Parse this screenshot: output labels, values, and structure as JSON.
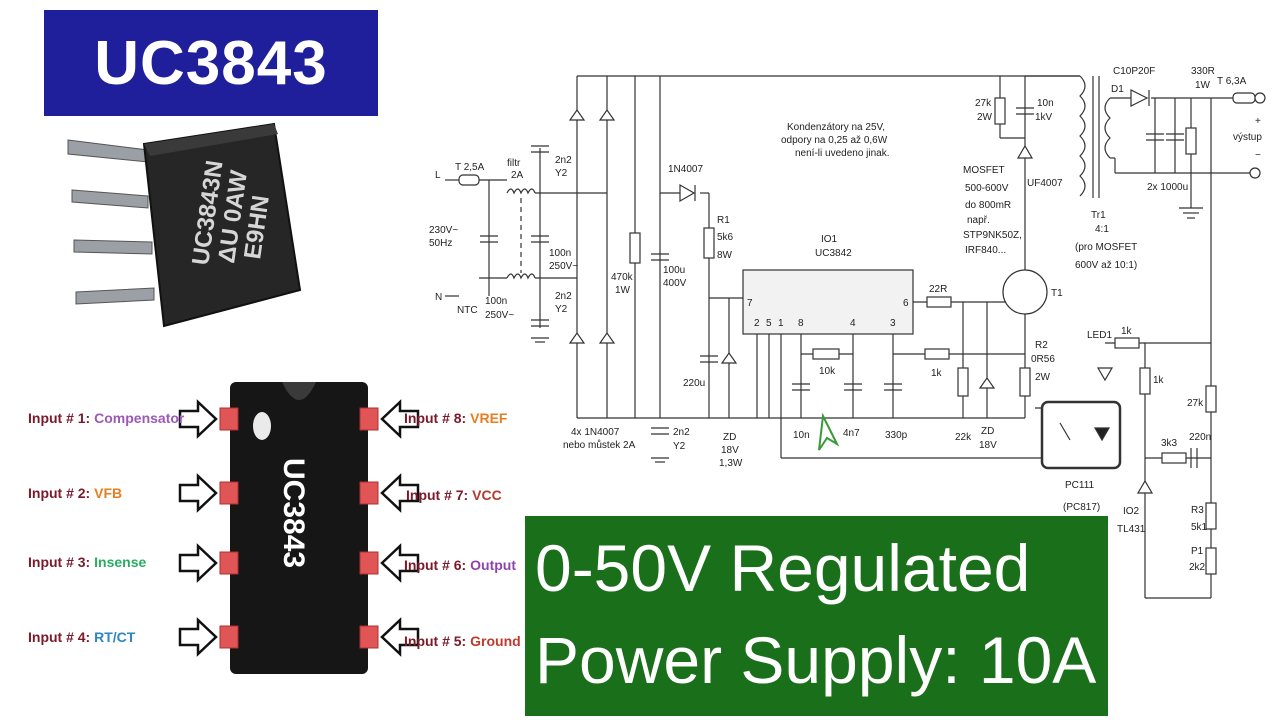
{
  "title": "UC3843",
  "photo_chip": {
    "line1": "UC3843N",
    "line2": "ΔU 0AW",
    "line3": "E9HN"
  },
  "diagram_chip_label": "UC3843",
  "pins_left": [
    {
      "prefix": "Input # 1:",
      "name": "Compensator",
      "color": "#9b59b6"
    },
    {
      "prefix": "Input # 2:",
      "name": "VFB",
      "color": "#e67e22"
    },
    {
      "prefix": "Input # 3:",
      "name": "Insense",
      "color": "#27ae60"
    },
    {
      "prefix": "Input # 4:",
      "name": "RT/CT",
      "color": "#2e86c1"
    }
  ],
  "pins_right": [
    {
      "prefix": "Input # 8:",
      "name": "VREF",
      "color": "#e67e22"
    },
    {
      "prefix": "Input # 7:",
      "name": "VCC",
      "color": "#b03a2e"
    },
    {
      "prefix": "Input # 6:",
      "name": "Output",
      "color": "#8e44ad"
    },
    {
      "prefix": "Input # 5:",
      "name": "Ground",
      "color": "#c0392b"
    }
  ],
  "schematic": {
    "L": "L",
    "N": "N",
    "fuse_in": "T 2,5A",
    "mains": [
      "230V~",
      "50Hz"
    ],
    "ntc": "NTC",
    "cap_x_top": [
      "100n",
      "250V~"
    ],
    "filter": [
      "filtr",
      "2A"
    ],
    "cap_y_top": [
      "2n2",
      "Y2"
    ],
    "cap_x_mid": [
      "100n",
      "250V~"
    ],
    "cap_y_bot": [
      "2n2",
      "Y2"
    ],
    "bridge": [
      "4x 1N4007",
      "nebo můstek 2A"
    ],
    "r_470k": [
      "470k",
      "1W"
    ],
    "c_bulk": [
      "100u",
      "400V"
    ],
    "d_1n4007": "1N4007",
    "r1": [
      "R1",
      "5k6",
      "8W"
    ],
    "c_220u": "220u",
    "zd1": [
      "ZD",
      "18V",
      "1,3W"
    ],
    "c_2n2_y2": [
      "2n2",
      "Y2"
    ],
    "note": [
      "Kondenzátory na 25V,",
      "odpory na 0,25 až 0,6W",
      "není-li uvedeno jinak."
    ],
    "io1": [
      "IO1",
      "UC3842"
    ],
    "ic_pins_top": [
      "7",
      "6"
    ],
    "ic_pins_bot": [
      "2",
      "5",
      "1",
      "8",
      "4",
      "3"
    ],
    "r_10k": "10k",
    "c_10n": "10n",
    "c_4n7": "4n7",
    "c_330p": "330p",
    "r_22r": "22R",
    "r_1k_gate": "1k",
    "r_22k": "22k",
    "zd2": [
      "ZD",
      "18V"
    ],
    "r2": [
      "R2",
      "0R56",
      "2W"
    ],
    "t1": "T1",
    "snubber_r": [
      "27k",
      "2W"
    ],
    "snubber_c": [
      "10n",
      "1kV"
    ],
    "uf4007": "UF4007",
    "mosfet_note": [
      "MOSFET",
      "500-600V",
      "do 800mR",
      "např.",
      "STP9NK50Z,",
      "IRF840..."
    ],
    "tr1": [
      "Tr1",
      "4:1",
      "(pro MOSFET",
      "600V až 10:1)"
    ],
    "d1": [
      "C10P20F",
      "D1"
    ],
    "c_out": "2x 1000u",
    "r_330r": [
      "330R",
      "1W"
    ],
    "fuse_out": "T 6,3A",
    "out_label": "výstup",
    "plus": "+",
    "minus": "−",
    "led1": "LED1",
    "r_1k_led": "1k",
    "r_1k_v": "1k",
    "r_27k": "27k",
    "r_3k3": "3k3",
    "c_220n": "220n",
    "pc111": [
      "PC111",
      "(PC817)"
    ],
    "io2": [
      "IO2",
      "TL431"
    ],
    "r3": [
      "R3",
      "5k1"
    ],
    "p1": [
      "P1",
      "2k2"
    ]
  },
  "banner": {
    "line1": "0-50V Regulated",
    "line2": "Power Supply: 10A"
  }
}
